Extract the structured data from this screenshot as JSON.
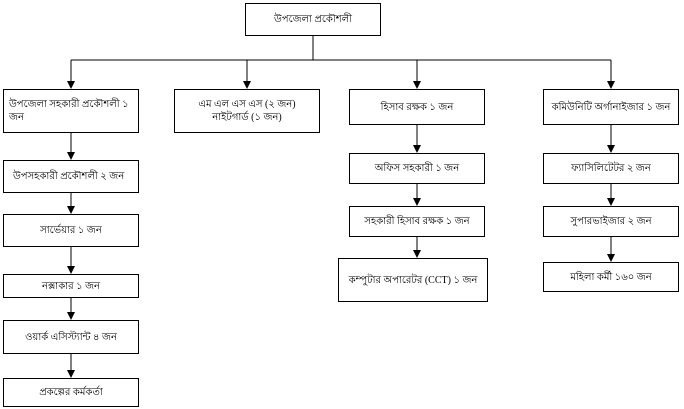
{
  "org_chart": {
    "root": {
      "label": "উপজেলা প্রকৌশলী"
    },
    "branches": [
      {
        "head": "উপজেলা সহকারী প্রকৌশলী ১ জন",
        "children": [
          "উপসহকারী প্রকৌশলী ২ জন",
          "সার্ভেয়ার ১ জন",
          "নক্সাকার ১ জন",
          "ওয়ার্ক এসিস্ট্যান্ট ৪ জন",
          "প্রকল্পের কর্মকর্তা"
        ]
      },
      {
        "head": "এম এল এস এস (২ জন) নাইটগার্ড (১ জন)",
        "children": []
      },
      {
        "head": "হিসাব রক্ষক ১ জন",
        "children": [
          "অফিস সহকারী ১ জন",
          "সহকারী হিসাব রক্ষক ১ জন",
          "কম্পুটার অপারেটর (CCT) ১ জন"
        ]
      },
      {
        "head": "কমিউনিটি অর্গানাইজার ১ জন",
        "children": [
          "ফ্যাসিলিটেটর ২ জন",
          "সুপারভাইজার ২ জন",
          "মহিলা কর্মী ১৬০ জন"
        ]
      }
    ]
  },
  "colors": {
    "line": "#000000",
    "box_border": "#000000",
    "text": "#000000",
    "background": "#ffffff"
  }
}
